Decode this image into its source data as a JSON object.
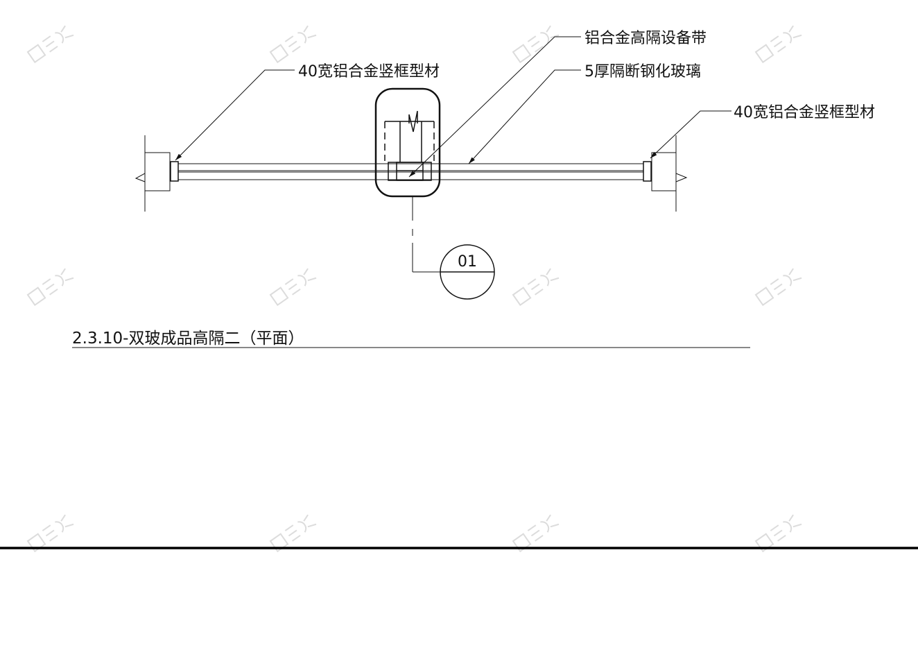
{
  "labels": {
    "left_frame": "40宽铝合金竖框型材",
    "equipment_strip": "铝合金高隔设备带",
    "glass": "5厚隔断钢化玻璃",
    "right_frame": "40宽铝合金竖框型材"
  },
  "detail_ref": {
    "number": "01"
  },
  "drawing_title": "2.3.10-双玻成品高隔二（平面）",
  "colors": {
    "line": "#111111",
    "watermark": "#dcdcdc"
  }
}
